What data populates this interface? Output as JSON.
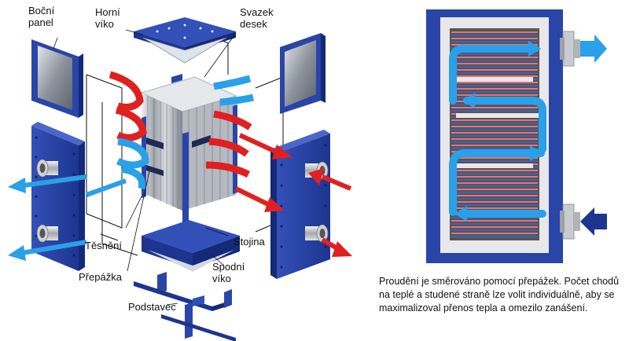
{
  "labels": {
    "bocni_panel": "Boční\npanel",
    "horni_viko": "Horní\nvíko",
    "svazek_desek": "Svazek\ndesek",
    "tesneni": "Těsnění",
    "prepazka": "Přepážka",
    "stojina": "Stojina",
    "spodni_viko": "Spodní\nvíko",
    "podstavec": "Podstavec"
  },
  "caption": "Proudění je směrováno pomocí přepážek. Počet chodů na teplé a studené straně lze volit individuálně, aby se maximalizoval přenos tepla a omezilo zanášení.",
  "colors": {
    "frame_blue": "#2a45a8",
    "frame_dark": "#142a78",
    "hot_red": "#e02020",
    "cold_blue": "#2aa0e8",
    "pale_frame": "#e8e8ea",
    "panel_glass": "#9aa0aa",
    "plate_grey": "#c8ccd2"
  }
}
